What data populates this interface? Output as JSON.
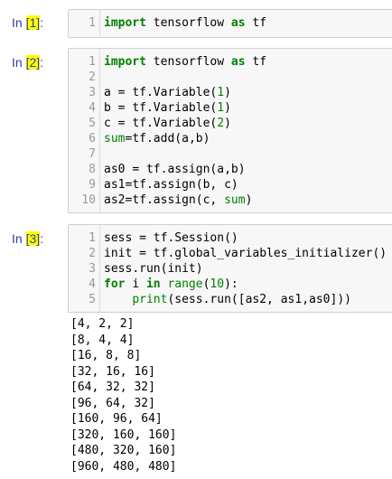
{
  "cells": [
    {
      "prompt_prefix": "In ",
      "exec_count": "[1]",
      "prompt_suffix": ":",
      "lines": [
        {
          "n": "1",
          "text": "import tensorflow as tf"
        }
      ]
    },
    {
      "prompt_prefix": "In ",
      "exec_count": "[2]",
      "prompt_suffix": ":",
      "lines": [
        {
          "n": "1",
          "text": "import tensorflow as tf"
        },
        {
          "n": "2",
          "text": ""
        },
        {
          "n": "3",
          "text": "a = tf.Variable(1)"
        },
        {
          "n": "4",
          "text": "b = tf.Variable(1)"
        },
        {
          "n": "5",
          "text": "c = tf.Variable(2)"
        },
        {
          "n": "6",
          "text": "sum=tf.add(a,b)"
        },
        {
          "n": "7",
          "text": ""
        },
        {
          "n": "8",
          "text": "as0 = tf.assign(a,b)"
        },
        {
          "n": "9",
          "text": "as1=tf.assign(b, c)"
        },
        {
          "n": "10",
          "text": "as2=tf.assign(c, sum)"
        }
      ]
    },
    {
      "prompt_prefix": "In ",
      "exec_count": "[3]",
      "prompt_suffix": ":",
      "lines": [
        {
          "n": "1",
          "text": "sess = tf.Session()"
        },
        {
          "n": "2",
          "text": "init = tf.global_variables_initializer()"
        },
        {
          "n": "3",
          "text": "sess.run(init)"
        },
        {
          "n": "4",
          "text": "for i in range(10):"
        },
        {
          "n": "5",
          "text": "    print(sess.run([as2, as1,as0]))"
        }
      ],
      "output": [
        "[4, 2, 2]",
        "[8, 4, 4]",
        "[16, 8, 8]",
        "[32, 16, 16]",
        "[64, 32, 32]",
        "[96, 64, 32]",
        "[160, 96, 64]",
        "[320, 160, 160]",
        "[480, 320, 160]",
        "[960, 480, 480]"
      ]
    }
  ],
  "colors": {
    "prompt": "#303f9f",
    "highlight": "#ffff00",
    "keyword": "#008000",
    "cell_bg": "#f7f7f7",
    "cell_border": "#cfcfcf",
    "line_number": "#999999"
  }
}
